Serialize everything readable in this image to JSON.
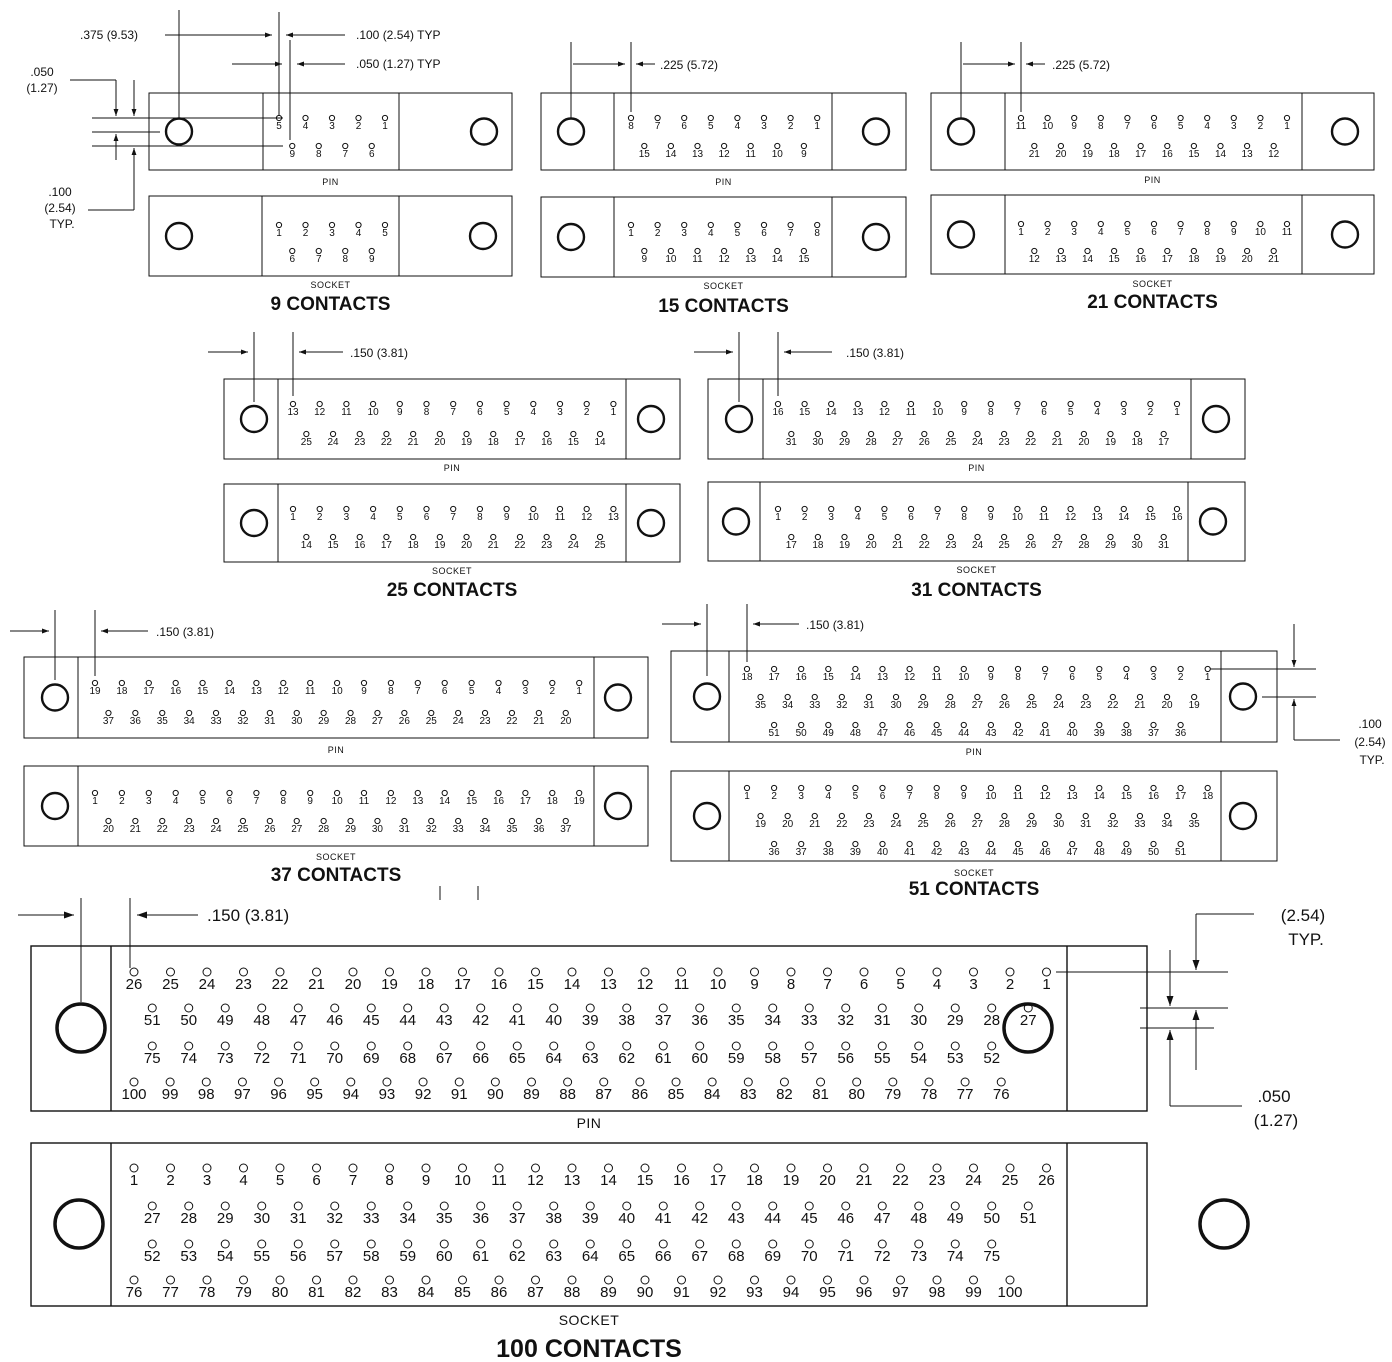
{
  "labels": {
    "pin": "PIN",
    "socket": "SOCKET"
  },
  "connectors": [
    {
      "title": "9 CONTACTS",
      "contacts": 9,
      "top_row": 5,
      "pin_rows": [
        [
          5,
          4,
          3,
          2,
          1
        ],
        [
          9,
          8,
          7,
          6
        ]
      ],
      "socket_rows": [
        [
          1,
          2,
          3,
          4,
          5
        ],
        [
          6,
          7,
          8,
          9
        ]
      ]
    },
    {
      "title": "15 CONTACTS",
      "contacts": 15,
      "top_row": 8,
      "pin_rows": [
        [
          8,
          7,
          6,
          5,
          4,
          3,
          2,
          1
        ],
        [
          15,
          14,
          13,
          12,
          11,
          10,
          9
        ]
      ],
      "socket_rows": [
        [
          1,
          2,
          3,
          4,
          5,
          6,
          7,
          8
        ],
        [
          9,
          10,
          11,
          12,
          13,
          14,
          15
        ]
      ]
    },
    {
      "title": "21 CONTACTS",
      "contacts": 21,
      "top_row": 11,
      "pin_rows": [
        [
          11,
          10,
          9,
          8,
          7,
          6,
          5,
          4,
          3,
          2,
          1
        ],
        [
          21,
          20,
          19,
          18,
          17,
          16,
          15,
          14,
          13,
          12
        ]
      ],
      "socket_rows": [
        [
          1,
          2,
          3,
          4,
          5,
          6,
          7,
          8,
          9,
          10,
          11
        ],
        [
          12,
          13,
          14,
          15,
          16,
          17,
          18,
          19,
          20,
          21
        ]
      ]
    },
    {
      "title": "25 CONTACTS",
      "contacts": 25,
      "top_row": 13,
      "pin_rows": [
        [
          13,
          12,
          11,
          10,
          9,
          8,
          7,
          6,
          5,
          4,
          3,
          2,
          1
        ],
        [
          25,
          24,
          23,
          22,
          21,
          20,
          19,
          18,
          17,
          16,
          15,
          14
        ]
      ],
      "socket_rows": [
        [
          1,
          2,
          3,
          4,
          5,
          6,
          7,
          8,
          9,
          10,
          11,
          12,
          13
        ],
        [
          14,
          15,
          16,
          17,
          18,
          19,
          20,
          21,
          22,
          23,
          24,
          25
        ]
      ]
    },
    {
      "title": "31 CONTACTS",
      "contacts": 31,
      "top_row": 16,
      "pin_rows": [
        [
          16,
          15,
          14,
          13,
          12,
          11,
          10,
          9,
          8,
          7,
          6,
          5,
          4,
          3,
          2,
          1
        ],
        [
          31,
          30,
          29,
          28,
          27,
          26,
          25,
          24,
          23,
          22,
          21,
          20,
          19,
          18,
          17
        ]
      ],
      "socket_rows": [
        [
          1,
          2,
          3,
          4,
          5,
          6,
          7,
          8,
          9,
          10,
          11,
          12,
          13,
          14,
          15,
          16
        ],
        [
          17,
          18,
          19,
          20,
          21,
          22,
          23,
          24,
          25,
          26,
          27,
          28,
          29,
          30,
          31
        ]
      ]
    },
    {
      "title": "37 CONTACTS",
      "contacts": 37,
      "top_row": 19,
      "pin_rows": [
        [
          19,
          18,
          17,
          16,
          15,
          14,
          13,
          12,
          11,
          10,
          9,
          8,
          7,
          6,
          5,
          4,
          3,
          2,
          1
        ],
        [
          37,
          36,
          35,
          34,
          33,
          32,
          31,
          30,
          29,
          28,
          27,
          26,
          25,
          24,
          23,
          22,
          21,
          20
        ]
      ],
      "socket_rows": [
        [
          1,
          2,
          3,
          4,
          5,
          6,
          7,
          8,
          9,
          10,
          11,
          12,
          13,
          14,
          15,
          16,
          17,
          18,
          19
        ],
        [
          20,
          21,
          22,
          23,
          24,
          25,
          26,
          27,
          28,
          29,
          30,
          31,
          32,
          33,
          34,
          35,
          36,
          37
        ]
      ]
    },
    {
      "title": "51 CONTACTS",
      "contacts": 51,
      "top_row": 18,
      "pin_rows": [
        [
          18,
          17,
          16,
          15,
          14,
          13,
          12,
          11,
          10,
          9,
          8,
          7,
          6,
          5,
          4,
          3,
          2,
          1
        ],
        [
          35,
          34,
          33,
          32,
          31,
          30,
          29,
          28,
          27,
          26,
          25,
          24,
          23,
          22,
          21,
          20,
          19
        ],
        [
          51,
          50,
          49,
          48,
          47,
          46,
          45,
          44,
          43,
          42,
          41,
          40,
          39,
          38,
          37,
          36
        ]
      ],
      "socket_rows": [
        [
          1,
          2,
          3,
          4,
          5,
          6,
          7,
          8,
          9,
          10,
          11,
          12,
          13,
          14,
          15,
          16,
          17,
          18
        ],
        [
          19,
          20,
          21,
          22,
          23,
          24,
          25,
          26,
          27,
          28,
          29,
          30,
          31,
          32,
          33,
          34,
          35
        ],
        [
          36,
          37,
          38,
          39,
          40,
          41,
          42,
          43,
          44,
          45,
          46,
          47,
          48,
          49,
          50,
          51
        ]
      ]
    },
    {
      "title": "100 CONTACTS",
      "contacts": 100,
      "top_row": 26,
      "pin_rows": [
        [
          26,
          25,
          24,
          23,
          22,
          21,
          20,
          19,
          18,
          17,
          16,
          15,
          14,
          13,
          12,
          11,
          10,
          9,
          8,
          7,
          6,
          5,
          4,
          3,
          2,
          1
        ],
        [
          51,
          50,
          49,
          48,
          47,
          46,
          45,
          44,
          43,
          42,
          41,
          40,
          39,
          38,
          37,
          36,
          35,
          34,
          33,
          32,
          31,
          30,
          29,
          28,
          27
        ],
        [
          75,
          74,
          73,
          72,
          71,
          70,
          69,
          68,
          67,
          66,
          65,
          64,
          63,
          62,
          61,
          60,
          59,
          58,
          57,
          56,
          55,
          54,
          53,
          52
        ],
        [
          100,
          99,
          98,
          97,
          96,
          95,
          94,
          93,
          92,
          91,
          90,
          89,
          88,
          87,
          86,
          85,
          84,
          83,
          82,
          81,
          80,
          79,
          78,
          77,
          76
        ]
      ],
      "socket_rows": [
        [
          1,
          2,
          3,
          4,
          5,
          6,
          7,
          8,
          9,
          10,
          11,
          12,
          13,
          14,
          15,
          16,
          17,
          18,
          19,
          20,
          21,
          22,
          23,
          24,
          25,
          26
        ],
        [
          27,
          28,
          29,
          30,
          31,
          32,
          33,
          34,
          35,
          36,
          37,
          38,
          39,
          40,
          41,
          42,
          43,
          44,
          45,
          46,
          47,
          48,
          49,
          50,
          51
        ],
        [
          52,
          53,
          54,
          55,
          56,
          57,
          58,
          59,
          60,
          61,
          62,
          63,
          64,
          65,
          66,
          67,
          68,
          69,
          70,
          71,
          72,
          73,
          74,
          75
        ],
        [
          76,
          77,
          78,
          79,
          80,
          81,
          82,
          83,
          84,
          85,
          86,
          87,
          88,
          89,
          90,
          91,
          92,
          93,
          94,
          95,
          96,
          97,
          98,
          99,
          100
        ]
      ]
    }
  ],
  "dimensions": {
    "mount_hole_offset": ".375 (9.53)",
    "row_pitch_typ": ".100 (2.54) TYP",
    "row_stagger_typ": ".050 (1.27) TYP",
    "stagger_side_value": ".050",
    "stagger_side_metric": "(1.27)",
    "pitch_side_value": ".100",
    "pitch_side_metric": "(2.54)",
    "pitch_side_typ": "TYP.",
    "offset_15_21": ".225 (5.72)",
    "offset_25_100": ".150 (3.81)",
    "right_pitch_value": ".100",
    "right_pitch_metric": "(2.54)",
    "right_pitch_typ": "TYP.",
    "large_pitch_metric": "(2.54)",
    "large_pitch_typ": "TYP.",
    "large_stagger_value": ".050",
    "large_stagger_metric": "(1.27)"
  }
}
